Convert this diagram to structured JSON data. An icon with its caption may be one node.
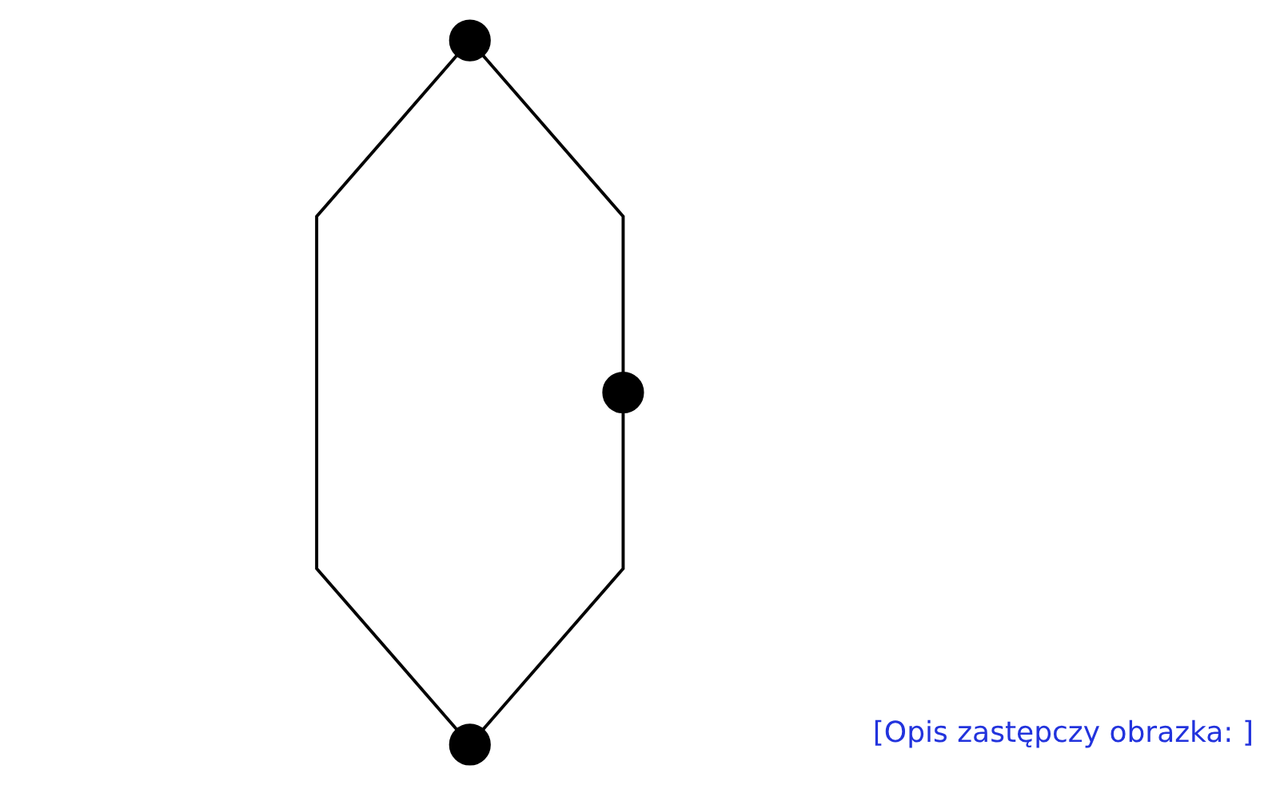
{
  "diagram": {
    "nodes": [
      {
        "text": [],
        "shape": "circle"
      },
      {
        "text": [],
        "shape": "circle"
      },
      {
        "text": [],
        "shape": "circle"
      }
    ],
    "edges": [
      {
        "from": 0,
        "to": 1,
        "arrow": "none"
      },
      {
        "from": 0,
        "to": 2,
        "arrow": "none"
      },
      {
        "from": 1,
        "to": 2,
        "arrow": "none"
      }
    ],
    "labels": [
      "[Opis zastępczy obrazka: ]"
    ]
  }
}
